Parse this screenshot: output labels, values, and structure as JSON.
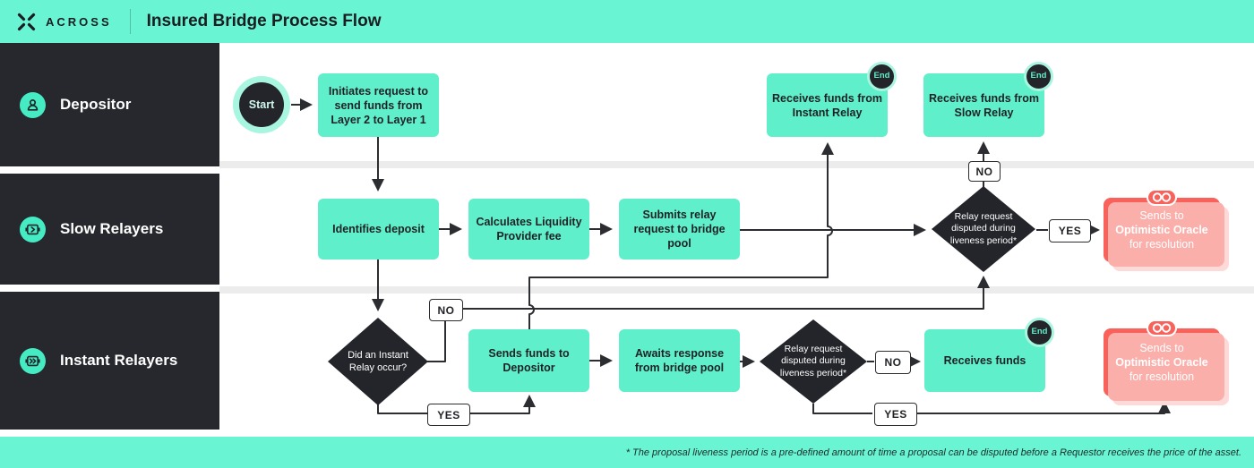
{
  "header": {
    "brand": "ACROSS",
    "title": "Insured Bridge Process Flow"
  },
  "lanes": {
    "depositor": {
      "label": "Depositor",
      "icon": "person-icon"
    },
    "slow": {
      "label": "Slow Relayers",
      "icon": "relay-icon"
    },
    "instant": {
      "label": "Instant Relayers",
      "icon": "fast-relay-icon"
    }
  },
  "nodes": {
    "start": "Start",
    "end": "End",
    "initiates": "Initiates request to send funds from Layer 2 to Layer 1",
    "receives_instant": "Receives funds from Instant Relay",
    "receives_slow": "Receives funds from Slow Relay",
    "identifies": "Identifies deposit",
    "calculates": "Calculates Liquidity Provider fee",
    "submits": "Submits relay request to bridge pool",
    "sends_funds": "Sends funds to Depositor",
    "awaits": "Awaits response from bridge pool",
    "receives_funds": "Receives funds",
    "dispute_slow": "Relay request disputed during liveness period*",
    "instant_occur": "Did an Instant Relay occur?",
    "dispute_instant": "Relay request disputed during liveness period*",
    "oracle": {
      "line1": "Sends to",
      "line2": "Optimistic Oracle",
      "line3": "for resolution"
    }
  },
  "labels": {
    "no": "NO",
    "yes": "YES"
  },
  "footnote": "* The proposal liveness period is a pre-defined amount of time a proposal can be disputed before a Requestor receives the price of the asset.",
  "colors": {
    "header_teal": "#69F5D3",
    "box_teal": "#5FF0CB",
    "panel_dark": "#26282D",
    "node_dark": "#23252A",
    "red": "#F9615B",
    "red_shadow_1": "#FBAFAB",
    "red_shadow_2": "#FDD9D7",
    "ring_teal": "#A9F6E0",
    "line": "#2B2D31",
    "divider_gray": "#ECECEC"
  }
}
